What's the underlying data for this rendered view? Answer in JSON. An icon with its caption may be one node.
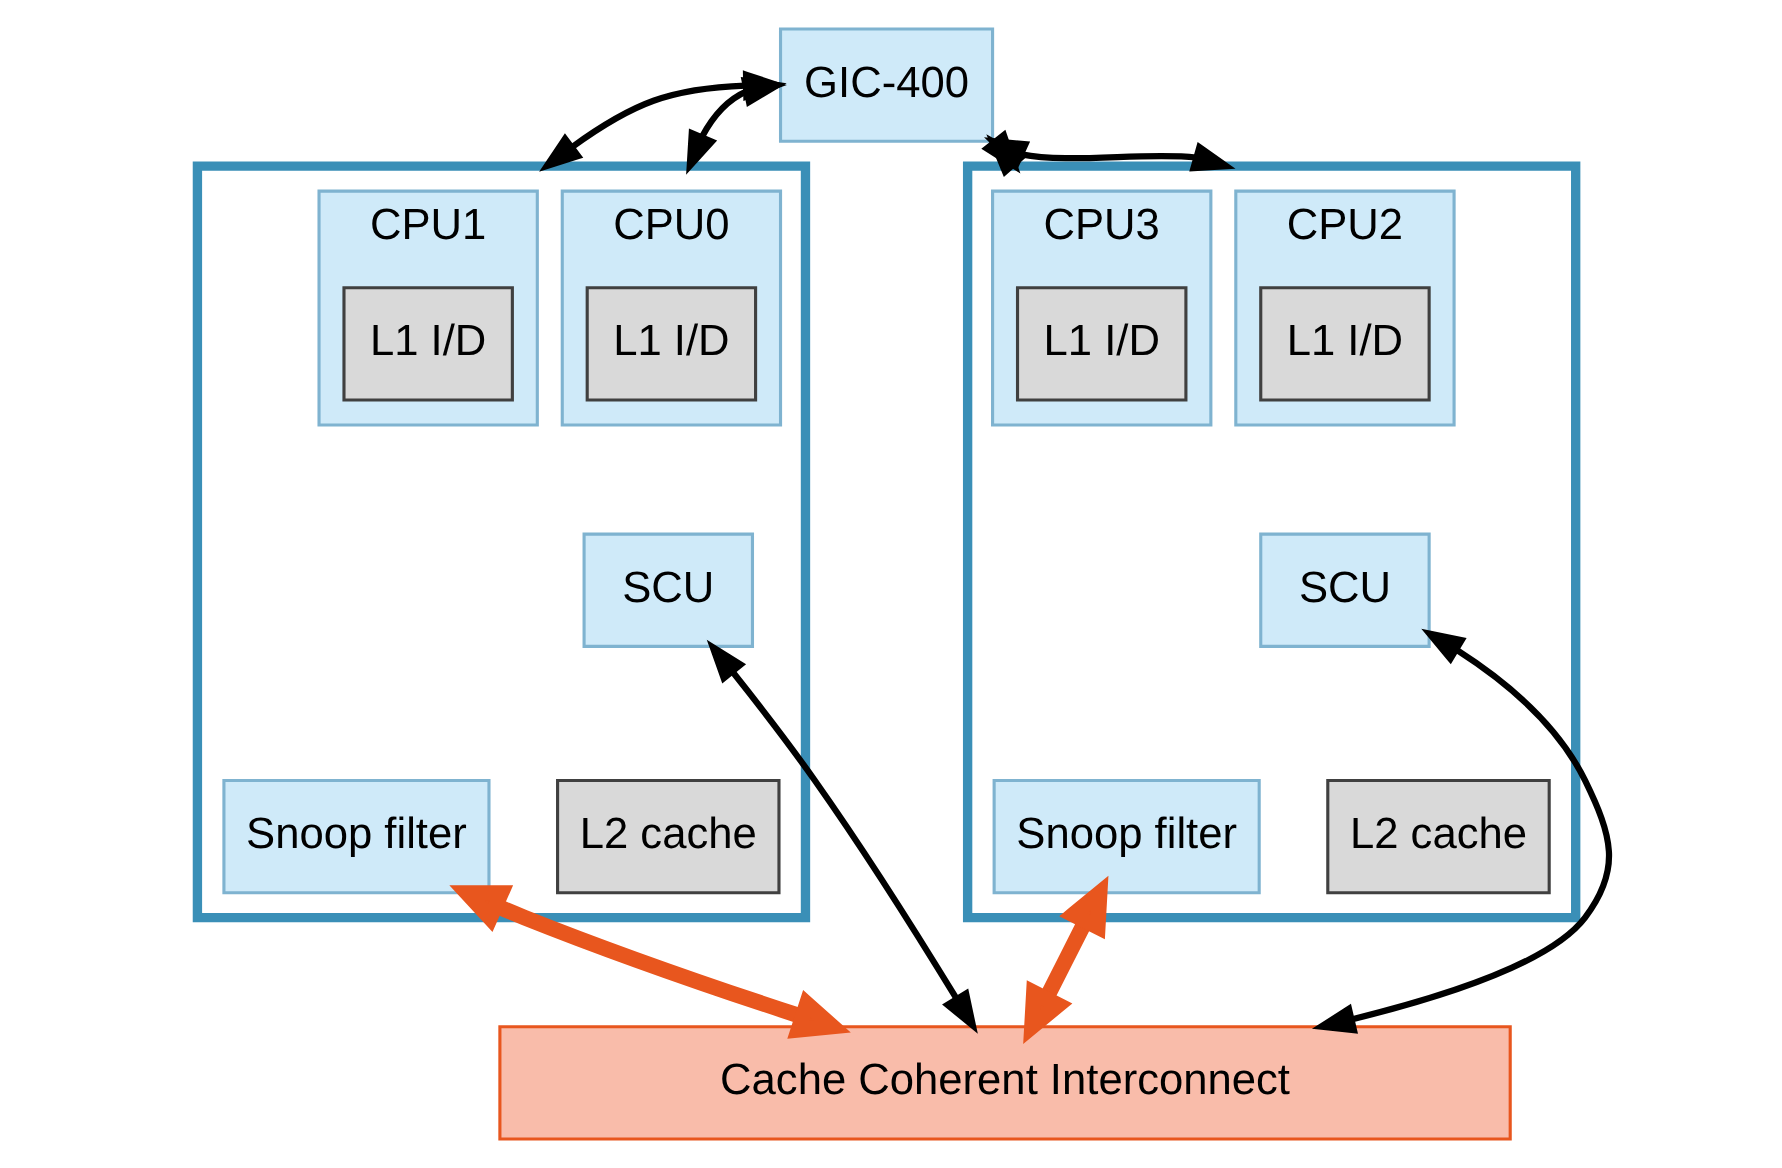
{
  "diagram": {
    "nodes": [
      {
        "text": [
          "GIC-400"
        ]
      },
      {
        "text": [],
        "shape": "box"
      },
      {
        "text": [
          "CPU0"
        ],
        "in": 1
      },
      {
        "text": [
          "L1 I/D"
        ],
        "in": 2
      },
      {
        "text": [
          "CPU1"
        ],
        "in": 1
      },
      {
        "text": [
          "L1 I/D"
        ],
        "in": 4
      },
      {
        "text": [
          "SCU"
        ],
        "in": 1
      },
      {
        "text": [
          "Snoop filter"
        ],
        "in": 1
      },
      {
        "text": [
          "L2 cache"
        ],
        "in": 1
      },
      {
        "text": [],
        "shape": "box"
      },
      {
        "text": [
          "CPU2"
        ],
        "in": 9
      },
      {
        "text": [
          "L1 I/D"
        ],
        "in": 10
      },
      {
        "text": [
          "CPU3"
        ],
        "in": 9
      },
      {
        "text": [
          "L1 I/D"
        ],
        "in": 12
      },
      {
        "text": [
          "SCU"
        ],
        "in": 9
      },
      {
        "text": [
          "Snoop filter"
        ],
        "in": 9
      },
      {
        "text": [
          "L2 cache"
        ],
        "in": 9
      },
      {
        "text": [
          "Cache Coherent Interconnect"
        ]
      }
    ],
    "edges": [
      {
        "from": 0,
        "to": 1,
        "arrow": "both"
      },
      {
        "from": 0,
        "to": 1,
        "arrow": "both"
      },
      {
        "from": 0,
        "to": 9,
        "arrow": "both"
      },
      {
        "from": 0,
        "to": 9,
        "arrow": "both"
      },
      {
        "from": 6,
        "to": 17,
        "arrow": "both"
      },
      {
        "from": 7,
        "to": 17,
        "arrow": "both",
        "style": "thick",
        "color": "#e8561e"
      },
      {
        "from": 14,
        "to": 17,
        "arrow": "both"
      },
      {
        "from": 15,
        "to": 17,
        "arrow": "both",
        "style": "thick",
        "color": "#e8561e"
      }
    ]
  }
}
